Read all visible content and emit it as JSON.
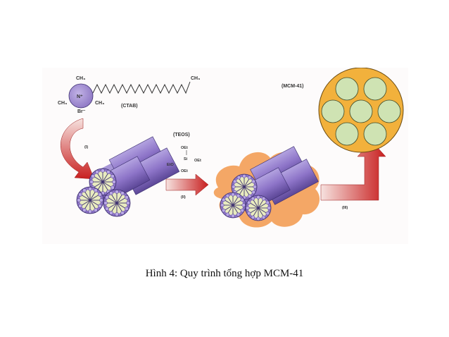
{
  "labels": {
    "ctab": "(CTAB)",
    "teos": "(TEOS)",
    "mcm41": "(MCM-41)",
    "step1": "(I)",
    "step2": "(II)",
    "step3": "(III)",
    "ch3": "CH₃",
    "nitrogen": "N⁺",
    "bromide": "Br⁻",
    "oet": "OEt",
    "eto": "EtO",
    "si": "Si"
  },
  "caption": "Hình 4: Quy trình tổng hợp MCM-41",
  "colors": {
    "surfactant_head": "#9b87c9",
    "micelle_rod": "#8d74c8",
    "micelle_end": "#e6e8b4",
    "silica_shell": "#f4a766",
    "pore": "#cfe3b3",
    "mcm_matrix": "#f2b13c",
    "arrow_red": "#cc2020"
  }
}
